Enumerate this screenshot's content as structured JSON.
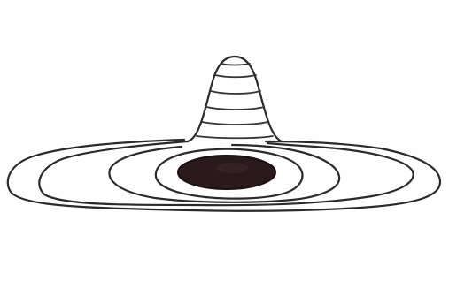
{
  "drawing": {
    "kind": "pencil-sketch",
    "ink_color": "#2a2a2a",
    "fill_color": "#2b1a1c",
    "background_color": "#fefefe",
    "ring_count": 4,
    "peak_stripe_count": 6
  }
}
